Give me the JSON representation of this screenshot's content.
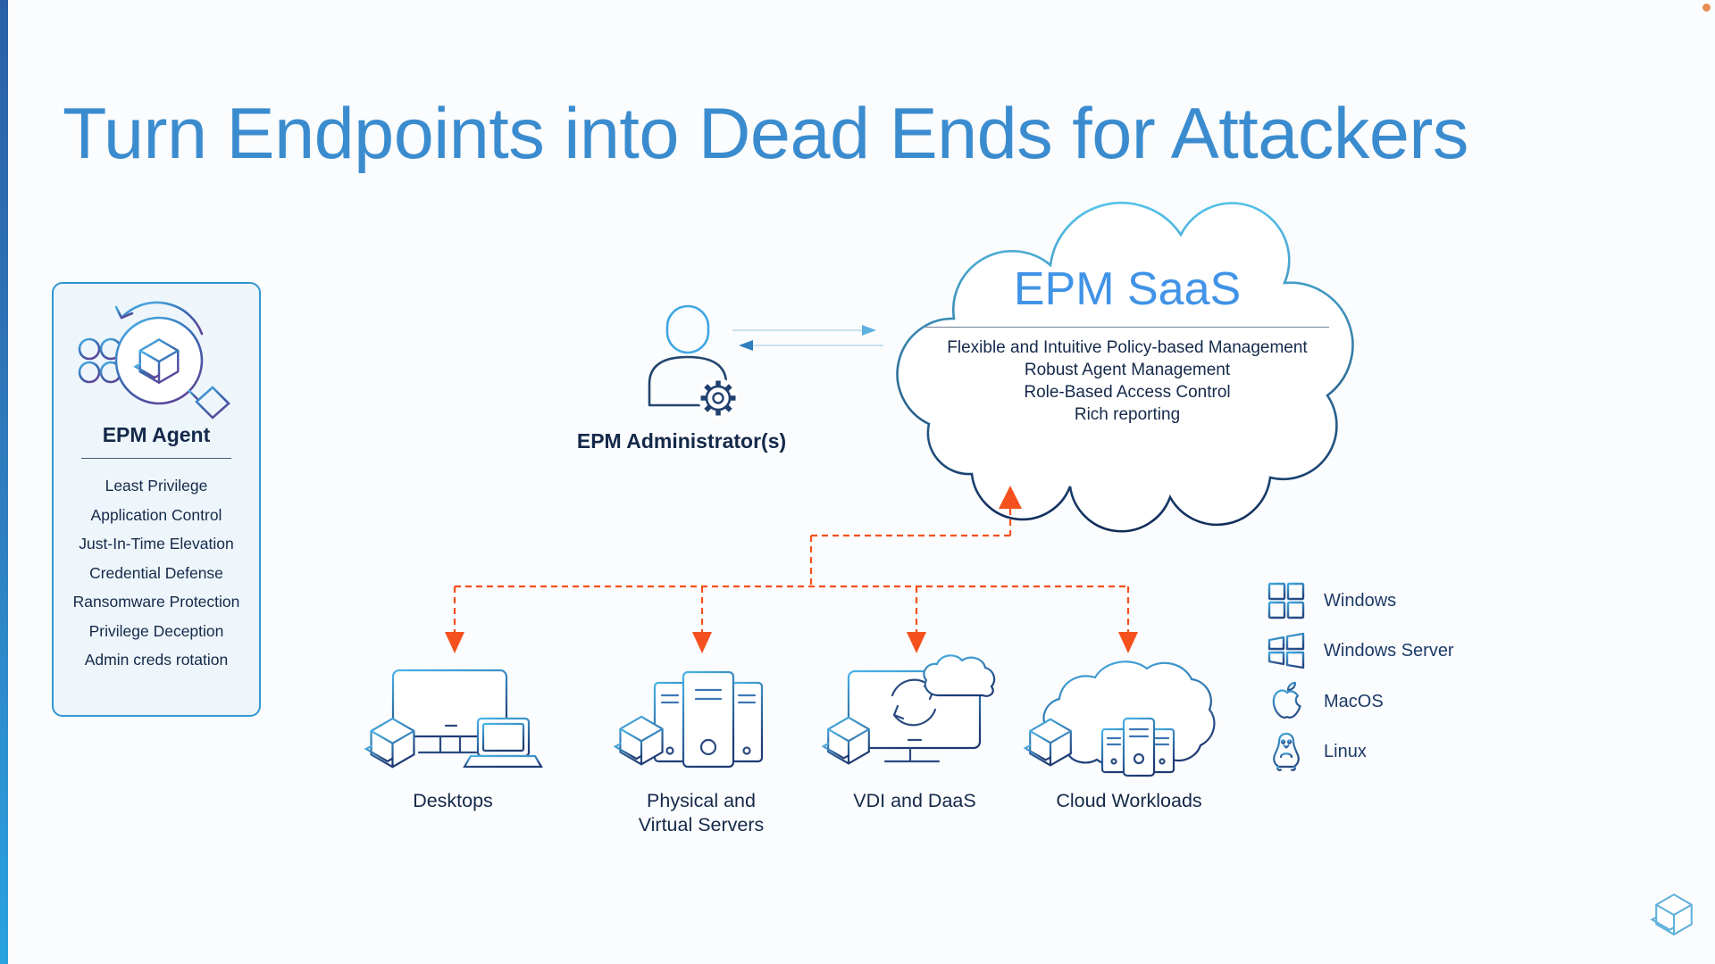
{
  "slide": {
    "title": "Turn Endpoints into Dead Ends for Attackers"
  },
  "agent_panel": {
    "title": "EPM Agent",
    "icon": "agent-magnifier-cube-icon",
    "items": [
      "Least Privilege",
      "Application Control",
      "Just-In-Time Elevation",
      "Credential Defense",
      "Ransomware Protection",
      "Privilege Deception",
      "Admin creds rotation"
    ]
  },
  "administrator": {
    "label": "EPM Administrator(s)",
    "icon": "admin-person-gear-icon"
  },
  "saas_cloud": {
    "title": "EPM SaaS",
    "features": [
      "Flexible and Intuitive Policy-based Management",
      "Robust Agent Management",
      "Role-Based Access Control",
      "Rich reporting"
    ]
  },
  "endpoints": [
    {
      "label": "Desktops",
      "icon": "desktops-icon"
    },
    {
      "label": "Physical and Virtual Servers",
      "icon": "servers-icon"
    },
    {
      "label": "VDI and DaaS",
      "icon": "vdi-daas-icon"
    },
    {
      "label": "Cloud Workloads",
      "icon": "cloud-workloads-icon"
    }
  ],
  "platforms": [
    {
      "label": "Windows",
      "icon": "windows-icon"
    },
    {
      "label": "Windows Server",
      "icon": "windows-server-icon"
    },
    {
      "label": "MacOS",
      "icon": "apple-icon"
    },
    {
      "label": "Linux",
      "icon": "linux-penguin-icon"
    }
  ],
  "colors": {
    "title_blue": "#3b8ccf",
    "saas_blue": "#4093e6",
    "text_navy": "#14294a",
    "panel_border": "#2f97d3",
    "panel_bg": "#eef6fb",
    "connector_orange": "#f4511e",
    "icon_light_blue": "#49b4e9",
    "icon_navy": "#1e3b74",
    "sidebar_gradient_top": "#2a5fa6",
    "sidebar_gradient_bottom": "#2aa2e0",
    "logo_blue": "#60b1dc"
  }
}
